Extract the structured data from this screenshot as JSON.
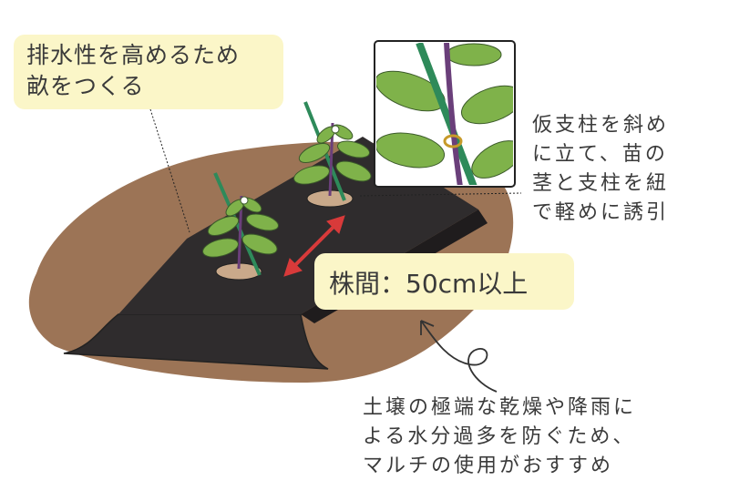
{
  "ridge_note": {
    "lines": [
      "排水性を高めるため",
      "畝をつくる"
    ]
  },
  "support_note": {
    "lines": [
      "仮支柱を斜め",
      "に立て、苗の",
      "茎と支柱を紐",
      "で軽めに誘引"
    ]
  },
  "spacing_label": "株間：50cm以上",
  "mulch_note": {
    "lines": [
      "土壌の極端な乾燥や降雨に",
      "よる水分過多を防ぐため、",
      "マルチの使用がおすすめ"
    ]
  },
  "colors": {
    "callout": "#fbf6c8",
    "soil": "#9c7456",
    "mulch": "#2f2c2d",
    "arrow": "#d83a3a",
    "leaf": "#7fb24a",
    "stem": "#6a3f7a"
  }
}
